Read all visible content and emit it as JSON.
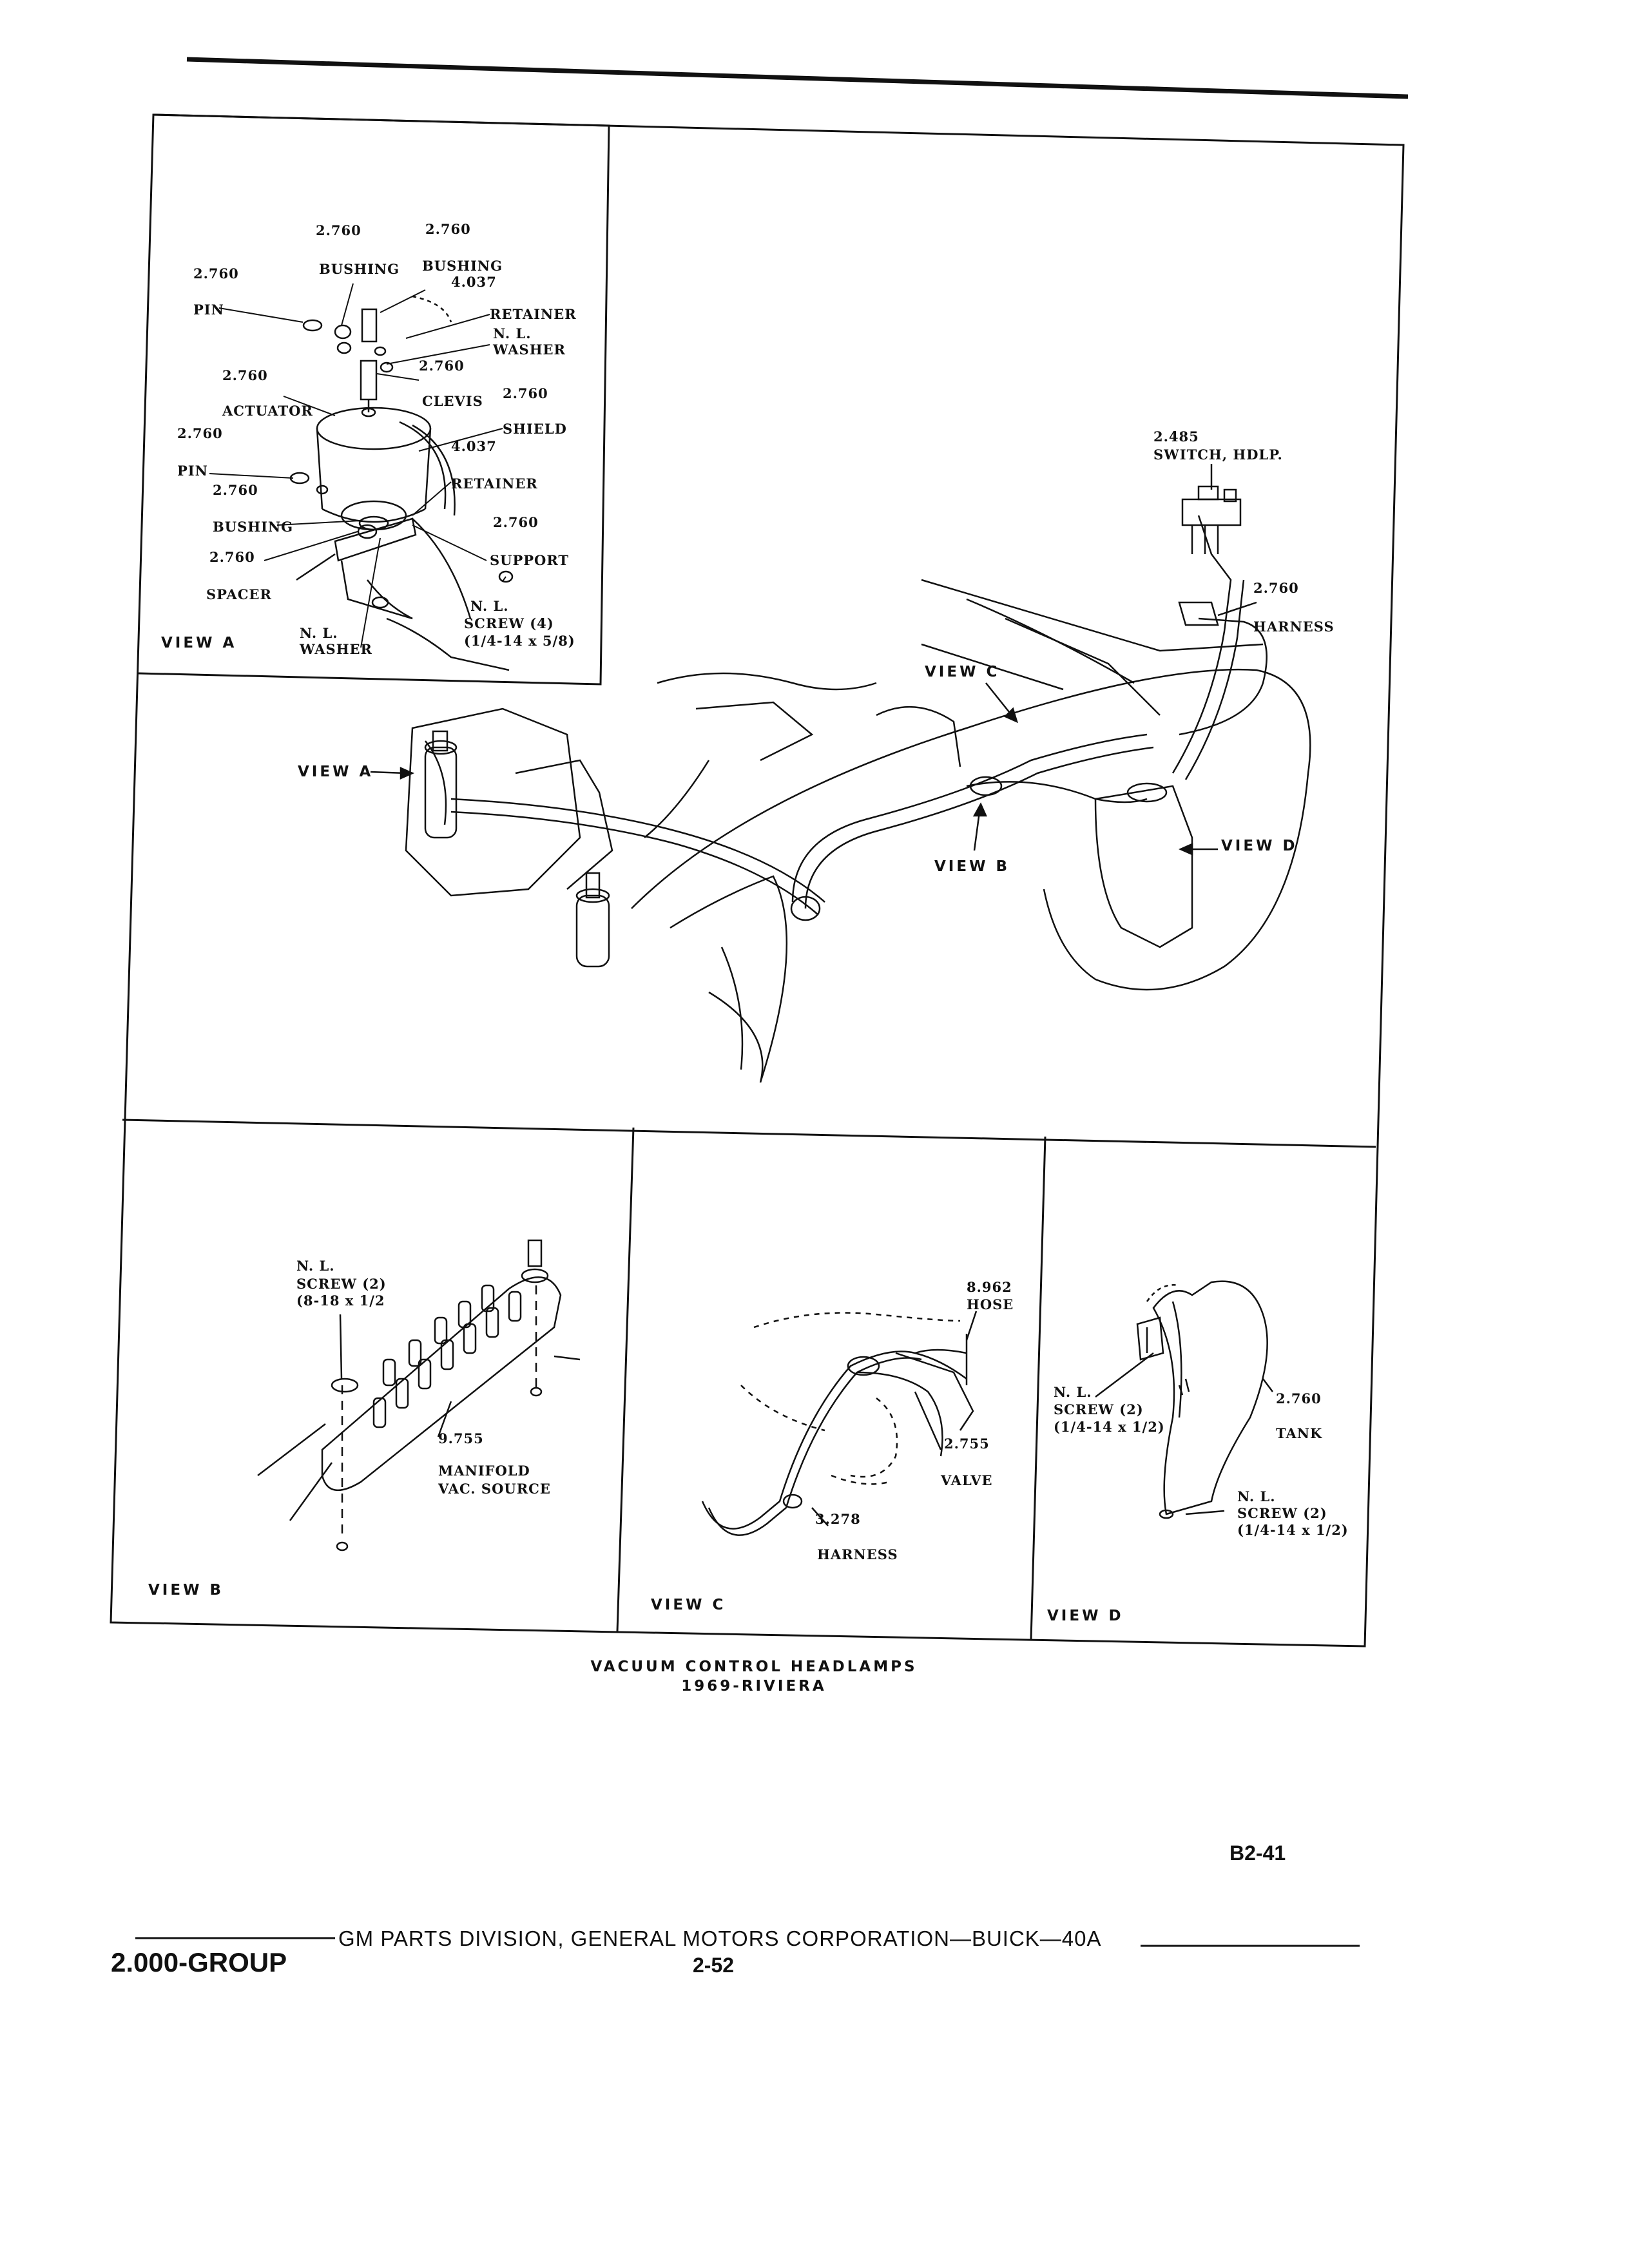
{
  "view_a": {
    "view_label": "VIEW A",
    "parts": [
      {
        "name": "2.760"
      },
      {
        "name": "2.760"
      },
      {
        "name": "2.760"
      },
      {
        "name": "BUSHING"
      },
      {
        "name": "BUSHING"
      },
      {
        "name": "4.037"
      },
      {
        "name": "PIN"
      },
      {
        "name": "RETAINER"
      },
      {
        "name": "N. L."
      },
      {
        "name": "WASHER"
      },
      {
        "name": "2.760"
      },
      {
        "name": "2.760"
      },
      {
        "name": "CLEVIS"
      },
      {
        "name": "2.760"
      },
      {
        "name": "ACTUATOR"
      },
      {
        "name": "SHIELD"
      },
      {
        "name": "2.760"
      },
      {
        "name": "4.037"
      },
      {
        "name": "PIN"
      },
      {
        "name": "RETAINER"
      },
      {
        "name": "2.760"
      },
      {
        "name": "BUSHING"
      },
      {
        "name": "2.760"
      },
      {
        "name": "2.760"
      },
      {
        "name": "SUPPORT"
      },
      {
        "name": "SPACER"
      },
      {
        "name": "N. L."
      },
      {
        "name": "N. L."
      },
      {
        "name": "SCREW (4)"
      },
      {
        "name": "WASHER"
      },
      {
        "name": "(1/4-14 x 5/8)"
      }
    ]
  },
  "main_view": {
    "callouts": [
      "VIEW A",
      "VIEW C",
      "VIEW B",
      "VIEW D"
    ],
    "switch_code": "2.485",
    "switch_label": "SWITCH, HDLP.",
    "harness_code": "2.760",
    "harness_label": "HARNESS"
  },
  "view_b": {
    "view_label": "VIEW B",
    "screw_nl": "N. L.",
    "screw_label": "SCREW (2)",
    "screw_size": "(8-18 x 1/2",
    "manifold_code": "9.755",
    "manifold_label_1": "MANIFOLD",
    "manifold_label_2": "VAC. SOURCE"
  },
  "view_c": {
    "view_label": "VIEW C",
    "hose_code": "8.962",
    "hose_label": "HOSE",
    "valve_code": "2.755",
    "valve_label": "VALVE",
    "harness_code": "3.278",
    "harness_label": "HARNESS"
  },
  "view_d": {
    "view_label": "VIEW D",
    "screw_nl": "N. L.",
    "screw_label": "SCREW (2)",
    "screw_size": "(1/4-14 x 1/2)",
    "tank_code": "2.760",
    "tank_label": "TANK",
    "screw2_nl": "N. L.",
    "screw2_label": "SCREW (2)",
    "screw2_size": "(1/4-14 x 1/2)"
  },
  "caption": {
    "line1": "VACUUM CONTROL HEADLAMPS",
    "line2": "1969-RIVIERA"
  },
  "page_code": "B2-41",
  "footer": {
    "group": "2.000-GROUP",
    "publisher": "GM PARTS DIVISION, GENERAL MOTORS CORPORATION—BUICK—40A",
    "page_number": "2-52"
  }
}
